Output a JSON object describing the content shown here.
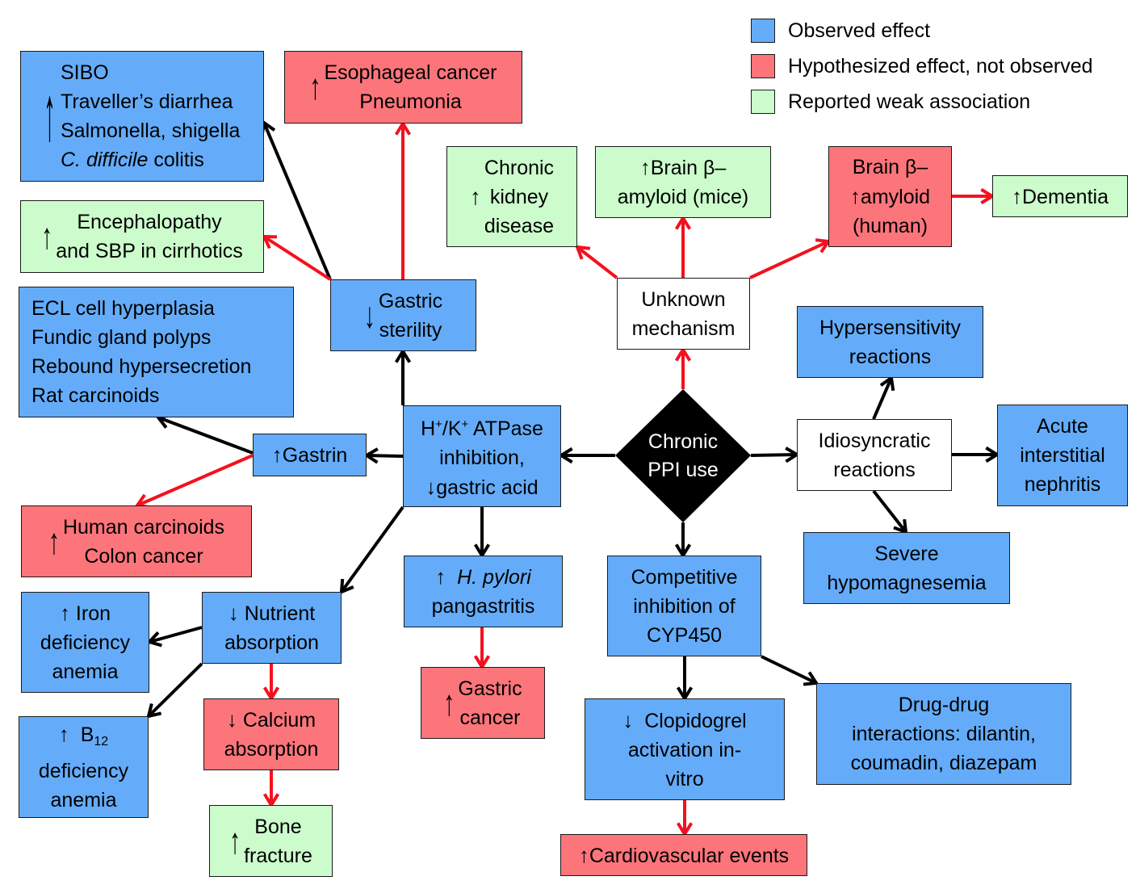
{
  "legend": {
    "items": [
      {
        "label": "Observed effect",
        "color": "#64acfa"
      },
      {
        "label": "Hypothesized effect, not observed",
        "color": "#fc757b"
      },
      {
        "label": "Reported weak association",
        "color": "#ccfccc"
      }
    ]
  },
  "colors": {
    "observed": "#64acfa",
    "hypothesized": "#fc757b",
    "weak": "#ccfccc",
    "neutral": "#ffffff",
    "center": "#000000",
    "black_edge": "#000000",
    "red_edge": "#f5101e"
  },
  "center": {
    "lines": [
      "Chronic",
      "PPI use"
    ]
  },
  "nodes": {
    "sibo": {
      "arrow": "up",
      "lines": [
        "SIBO",
        "Traveller’s diarrhea",
        "Salmonella, shigella",
        "C. difficile colitis"
      ],
      "italic_part": "C. difficile",
      "category": "observed"
    },
    "esophageal": {
      "arrow": "up",
      "lines": [
        "Esophageal cancer",
        "Pneumonia"
      ],
      "category": "hypothesized"
    },
    "encephalopathy": {
      "arrow": "up",
      "lines": [
        "Encephalopathy",
        "and SBP in cirrhotics"
      ],
      "category": "weak"
    },
    "ckd": {
      "arrow": "up",
      "lines": [
        "Chronic",
        "kidney",
        "disease"
      ],
      "category": "weak"
    },
    "brain_mice": {
      "arrow": "up",
      "lines": [
        "Brain β–",
        "amyloid (mice)"
      ],
      "category": "weak"
    },
    "brain_human": {
      "arrow": "up",
      "lines": [
        "Brain β–",
        "amyloid",
        "(human)"
      ],
      "category": "hypothesized"
    },
    "dementia": {
      "arrow": "up",
      "lines": [
        "Dementia"
      ],
      "category": "weak"
    },
    "unknown": {
      "lines": [
        "Unknown",
        "mechanism"
      ],
      "category": "neutral"
    },
    "gastric_sterility": {
      "arrow": "down",
      "lines": [
        "Gastric",
        "sterility"
      ],
      "category": "observed"
    },
    "ecl": {
      "lines": [
        "ECL cell hyperplasia",
        "Fundic gland polyps",
        "Rebound hypersecretion",
        "Rat carcinoids"
      ],
      "category": "observed"
    },
    "hypersensitivity": {
      "lines": [
        "Hypersensitivity",
        "reactions"
      ],
      "category": "observed"
    },
    "gastrin": {
      "arrow": "up",
      "lines": [
        "Gastrin"
      ],
      "category": "observed"
    },
    "atpase": {
      "line1_parts": [
        "H",
        "+",
        "/K",
        "+",
        " ATPase"
      ],
      "lines": [
        "inhibition,",
        "gastric acid"
      ],
      "arrow": "down",
      "category": "observed"
    },
    "idiosyncratic": {
      "lines": [
        "Idiosyncratic",
        "reactions"
      ],
      "category": "neutral"
    },
    "ain": {
      "lines": [
        "Acute",
        "interstitial",
        "nephritis"
      ],
      "category": "observed"
    },
    "human_carcinoids": {
      "arrow": "up",
      "lines": [
        "Human carcinoids",
        "Colon cancer"
      ],
      "category": "hypothesized"
    },
    "severe_hypomag": {
      "lines": [
        "Severe",
        "hypomagnesemia"
      ],
      "category": "observed"
    },
    "hpylori": {
      "arrow": "up",
      "lines": [
        "H. pylori",
        "pangastritis"
      ],
      "italic_part": "H. pylori",
      "category": "observed"
    },
    "cyp450": {
      "lines": [
        "Competitive",
        "inhibition of",
        "CYP450"
      ],
      "category": "observed"
    },
    "iron": {
      "arrow": "up",
      "lines": [
        "Iron",
        "deficiency",
        "anemia"
      ],
      "category": "observed"
    },
    "nutrient": {
      "arrow": "down",
      "lines": [
        "Nutrient",
        "absorption"
      ],
      "category": "observed"
    },
    "gastric_cancer": {
      "arrow": "up",
      "lines": [
        "Gastric",
        "cancer"
      ],
      "category": "hypothesized"
    },
    "drug_drug": {
      "lines": [
        "Drug-drug",
        "interactions: dilantin,",
        "coumadin, diazepam"
      ],
      "category": "observed"
    },
    "b12": {
      "arrow": "up",
      "b12_base": "B",
      "b12_sub": "12",
      "lines": [
        "deficiency",
        "anemia"
      ],
      "category": "observed"
    },
    "calcium": {
      "arrow": "down",
      "lines": [
        "Calcium",
        "absorption"
      ],
      "category": "hypothesized"
    },
    "clopidogrel": {
      "arrow": "down",
      "lines": [
        "Clopidogrel",
        "activation in-",
        "vitro"
      ],
      "category": "observed"
    },
    "bone": {
      "arrow": "up",
      "lines": [
        "Bone",
        "fracture"
      ],
      "category": "weak"
    },
    "cardio": {
      "arrow": "up",
      "lines": [
        "Cardiovascular events"
      ],
      "category": "hypothesized"
    }
  },
  "edges": [
    {
      "from": "center",
      "to": "atpase",
      "color": "black"
    },
    {
      "from": "center",
      "to": "idiosyncratic",
      "color": "black"
    },
    {
      "from": "center",
      "to": "unknown",
      "color": "red"
    },
    {
      "from": "center",
      "to": "cyp450",
      "color": "black"
    },
    {
      "from": "atpase",
      "to": "gastric_sterility",
      "color": "black"
    },
    {
      "from": "atpase",
      "to": "gastrin",
      "color": "black"
    },
    {
      "from": "atpase",
      "to": "hpylori",
      "color": "black"
    },
    {
      "from": "atpase",
      "to": "nutrient",
      "color": "black"
    },
    {
      "from": "gastric_sterility",
      "to": "sibo",
      "color": "black"
    },
    {
      "from": "gastric_sterility",
      "to": "esophageal",
      "color": "red"
    },
    {
      "from": "gastric_sterility",
      "to": "encephalopathy",
      "color": "red"
    },
    {
      "from": "gastrin",
      "to": "ecl",
      "color": "black"
    },
    {
      "from": "gastrin",
      "to": "human_carcinoids",
      "color": "red"
    },
    {
      "from": "unknown",
      "to": "ckd",
      "color": "red"
    },
    {
      "from": "unknown",
      "to": "brain_mice",
      "color": "red"
    },
    {
      "from": "unknown",
      "to": "brain_human",
      "color": "red"
    },
    {
      "from": "brain_human",
      "to": "dementia",
      "color": "red"
    },
    {
      "from": "idiosyncratic",
      "to": "hypersensitivity",
      "color": "black"
    },
    {
      "from": "idiosyncratic",
      "to": "ain",
      "color": "black"
    },
    {
      "from": "idiosyncratic",
      "to": "severe_hypomag",
      "color": "black"
    },
    {
      "from": "hpylori",
      "to": "gastric_cancer",
      "color": "red"
    },
    {
      "from": "nutrient",
      "to": "iron",
      "color": "black"
    },
    {
      "from": "nutrient",
      "to": "b12",
      "color": "black"
    },
    {
      "from": "nutrient",
      "to": "calcium",
      "color": "red"
    },
    {
      "from": "calcium",
      "to": "bone",
      "color": "red"
    },
    {
      "from": "cyp450",
      "to": "clopidogrel",
      "color": "black"
    },
    {
      "from": "cyp450",
      "to": "drug_drug",
      "color": "black"
    },
    {
      "from": "clopidogrel",
      "to": "cardio",
      "color": "red"
    }
  ],
  "glyphs": {
    "up": "↑",
    "down": "↓"
  }
}
